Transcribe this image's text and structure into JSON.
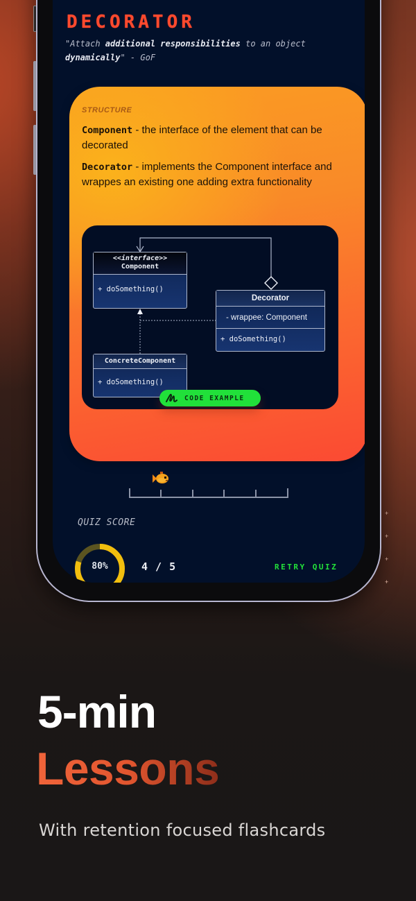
{
  "lesson": {
    "title": "DECORATOR",
    "quote_prefix": "\"Attach ",
    "quote_bold_1": "additional responsibilities",
    "quote_mid": " to an object ",
    "quote_bold_2": "dynamically",
    "quote_suffix": "\" - GoF"
  },
  "card": {
    "section_label": "STRUCTURE",
    "definitions": [
      {
        "term": "Component",
        "text": " - the interface of the element that can be decorated"
      },
      {
        "term": "Decorator",
        "text": " - implements the Component interface and wrappes an existing one adding extra functionality"
      }
    ],
    "diagram": {
      "component": {
        "stereotype": "<<interface>>",
        "name": "Component",
        "method": "+ doSomething()"
      },
      "decorator": {
        "name": "Decorator",
        "field": "- wrappee: Component",
        "method": "+ doSomething()"
      },
      "concrete": {
        "name": "ConcreteComponent",
        "method": "+ doSomething()"
      }
    },
    "code_button": {
      "label": "CODE EXAMPLE",
      "icon": "squiggle-icon"
    }
  },
  "progress": {
    "steps": 5,
    "current_step": 1,
    "marker_icon": "fish-icon"
  },
  "quiz": {
    "label": "QUIZ SCORE",
    "percent": "80%",
    "percent_value": 80,
    "fraction": "4 / 5",
    "retry_label": "RETRY QUIZ"
  },
  "marketing": {
    "headline_1": "5-min",
    "headline_2": "Lessons",
    "tagline": "With retention focused flashcards"
  },
  "colors": {
    "accent_orange": "#fa8a28",
    "accent_red": "#fb4a33",
    "title_red": "#ff4a2e",
    "success_green": "#21e03a",
    "ring_yellow": "#f1be0e",
    "screen_bg": "#02102a"
  }
}
